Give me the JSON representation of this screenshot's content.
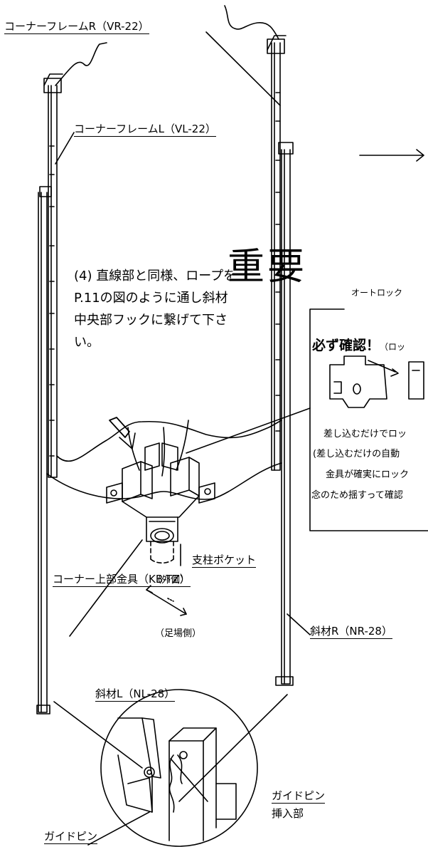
{
  "labels": {
    "corner_frame_r": "コーナーフレームR（VR-22）",
    "corner_frame_l": "コーナーフレームL（VL-22）",
    "pillar_pocket": "支柱ポケット",
    "corner_top_fitting": "コーナー上部金具（KB-TZ）",
    "outside": "（外側）",
    "scaffold_side": "（足場側）",
    "brace_r": "斜材R（NR-28）",
    "brace_l": "斜材L（NL-28）",
    "guide_pin_1": "ガイドピン",
    "insert_part": "挿入部",
    "guide_pin_2": "ガイドピン"
  },
  "instruction": "(4) 直線部と同様、ロープを\nP.11の図のように通し斜材\n中央部フックに繋げて下さ\nい。",
  "important": {
    "title": "重要",
    "subtitle": "オートロック",
    "must_check": "必ず確認！",
    "must_check_small": "（ロッ",
    "lines": [
      "差し込むだけでロッ",
      "(差し込むだけの自動",
      "金具が確実にロック",
      "念のため揺すって確認"
    ]
  }
}
